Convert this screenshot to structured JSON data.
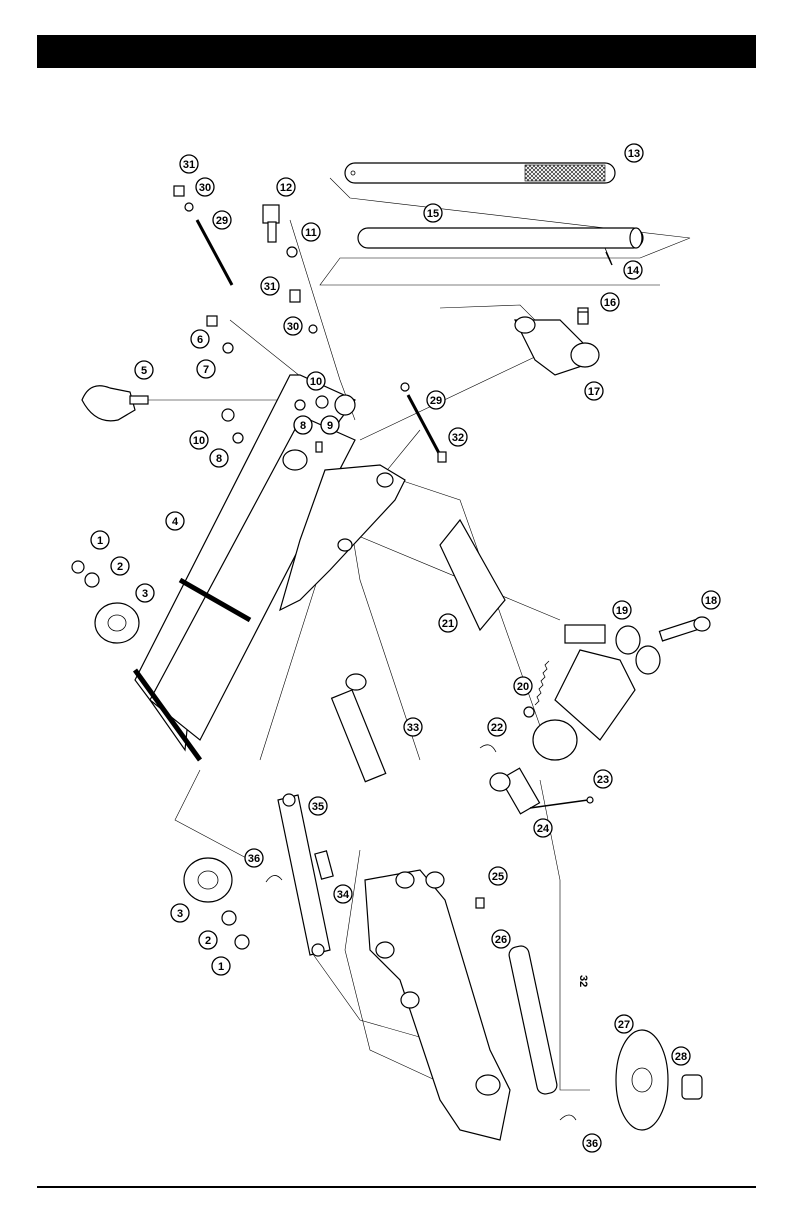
{
  "header": {
    "title": ""
  },
  "labels": {
    "r1": "1",
    "r2": "2",
    "r3": "3",
    "r4": "4",
    "r5": "5",
    "r6": "6",
    "r7": "7",
    "r8": "8",
    "r9": "9",
    "r10": "10",
    "r11": "11",
    "r12": "12",
    "r13": "13",
    "r14": "14",
    "r15": "15",
    "r16": "16",
    "r17": "17",
    "r18": "18",
    "r19": "19",
    "r20": "20",
    "r21": "21",
    "r22": "22",
    "r23": "23",
    "r24": "24",
    "r25": "25",
    "r26": "26",
    "r27": "27",
    "r28": "28",
    "r29": "29",
    "r30": "30",
    "r31": "31",
    "r32": "32",
    "r33": "33",
    "r34": "34",
    "r35": "35",
    "r36": "36"
  },
  "colors": {
    "ink": "#000000",
    "paper": "#ffffff"
  }
}
